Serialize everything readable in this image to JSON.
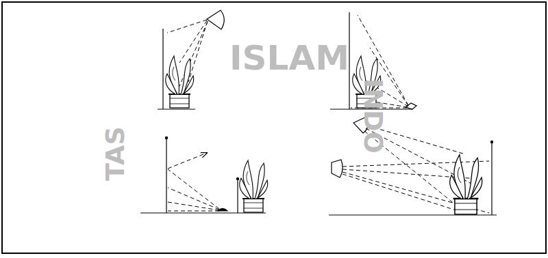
{
  "diagram": {
    "labels": [
      "ISLAM",
      "TAS",
      "INDO"
    ]
  }
}
